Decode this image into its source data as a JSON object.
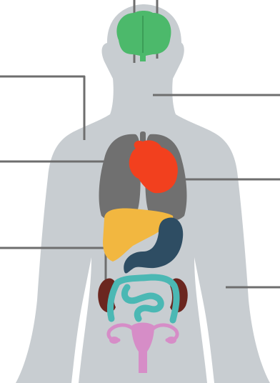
{
  "figure": {
    "colors": {
      "background": "#ffffff",
      "body": "#c8cdd1",
      "brain": "#4cb96b",
      "lungs": "#707070",
      "heart": "#f2401e",
      "liver": "#f2b740",
      "stomach": "#2e4d63",
      "intestine": "#4bb8b4",
      "kidneys": "#6b261f",
      "reproductive": "#d68dc7",
      "leader_lines": "#6e6e6e"
    },
    "organs": [
      {
        "key": "brain",
        "icon": "brain-icon"
      },
      {
        "key": "lungs",
        "icon": "lungs-icon"
      },
      {
        "key": "heart",
        "icon": "heart-icon"
      },
      {
        "key": "liver",
        "icon": "liver-icon"
      },
      {
        "key": "stomach",
        "icon": "stomach-icon"
      },
      {
        "key": "intestine",
        "icon": "intestine-icon"
      },
      {
        "key": "kidneys",
        "icon": "kidney-icon"
      },
      {
        "key": "reproductive",
        "icon": "uterus-icon"
      }
    ]
  }
}
